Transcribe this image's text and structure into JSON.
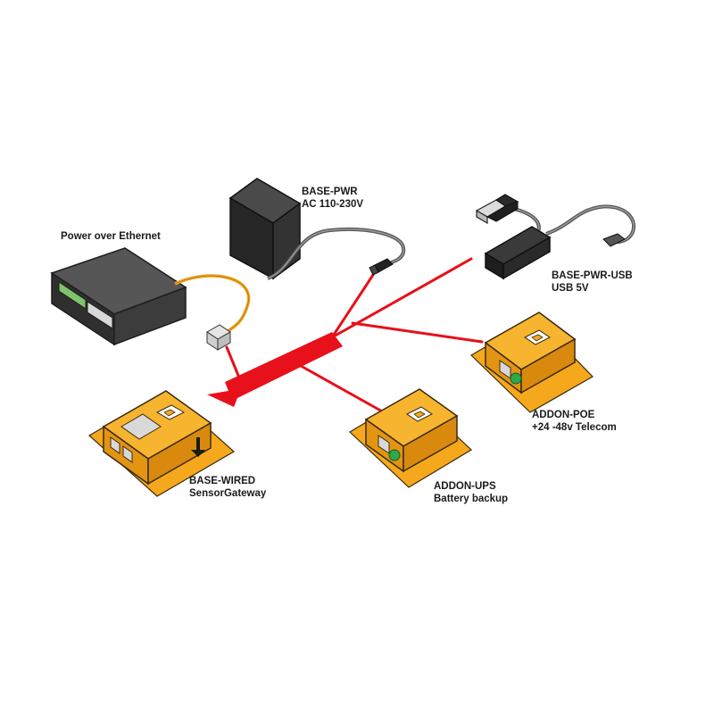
{
  "labels": {
    "poe_switch": "Power over Ethernet",
    "base_pwr": [
      "BASE-PWR",
      "AC 110-230V"
    ],
    "base_pwr_usb": [
      "BASE-PWR-USB",
      "USB 5V"
    ],
    "addon_poe": [
      "ADDON-POE",
      "+24  -48v Telecom"
    ],
    "addon_ups": [
      "ADDON-UPS",
      "Battery backup"
    ],
    "base_wired": [
      "BASE-WIRED",
      "SensorGateway"
    ]
  },
  "colors": {
    "device_orange": "#f5a81c",
    "device_orange_dark": "#d98a0e",
    "device_orange_side": "#e39412",
    "connector_red": "#e8101a",
    "adapter_black": "#2a2a2a",
    "switch_gray": "#3c3c3c",
    "cable_yellow": "#f2a31b",
    "cable_gray": "#6e6e6e",
    "led_green": "#2fa84a"
  },
  "icons": [
    "sensor-port-icon",
    "power-plug-icon",
    "usb-plug-icon",
    "rj45-connector-icon",
    "power-led-icon"
  ]
}
